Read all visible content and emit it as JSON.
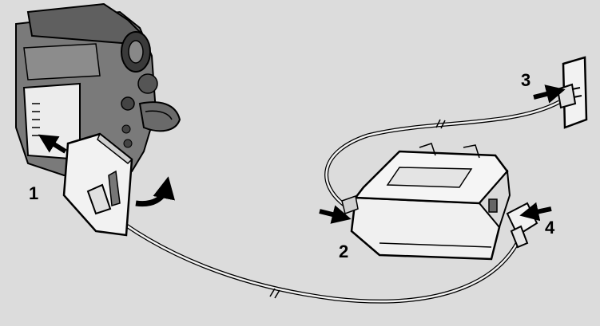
{
  "steps": [
    {
      "number": "1",
      "meaning": "insert-adapter-into-camera"
    },
    {
      "number": "2",
      "meaning": "connect-cable-to-adapter"
    },
    {
      "number": "3",
      "meaning": "plug-into-wall-outlet"
    },
    {
      "number": "4",
      "meaning": "connect-dc-plug"
    }
  ],
  "colors": {
    "background": "#dcdcdc",
    "device_body": "#f2f2f2",
    "device_shadow": "#bdbdbd",
    "camera_dark": "#6d6d6d",
    "outline": "#000000"
  },
  "icons": [
    "camcorder-icon",
    "dc-adapter-icon",
    "ac-adapter-charger-icon",
    "wall-outlet-icon",
    "power-cord-icon"
  ]
}
